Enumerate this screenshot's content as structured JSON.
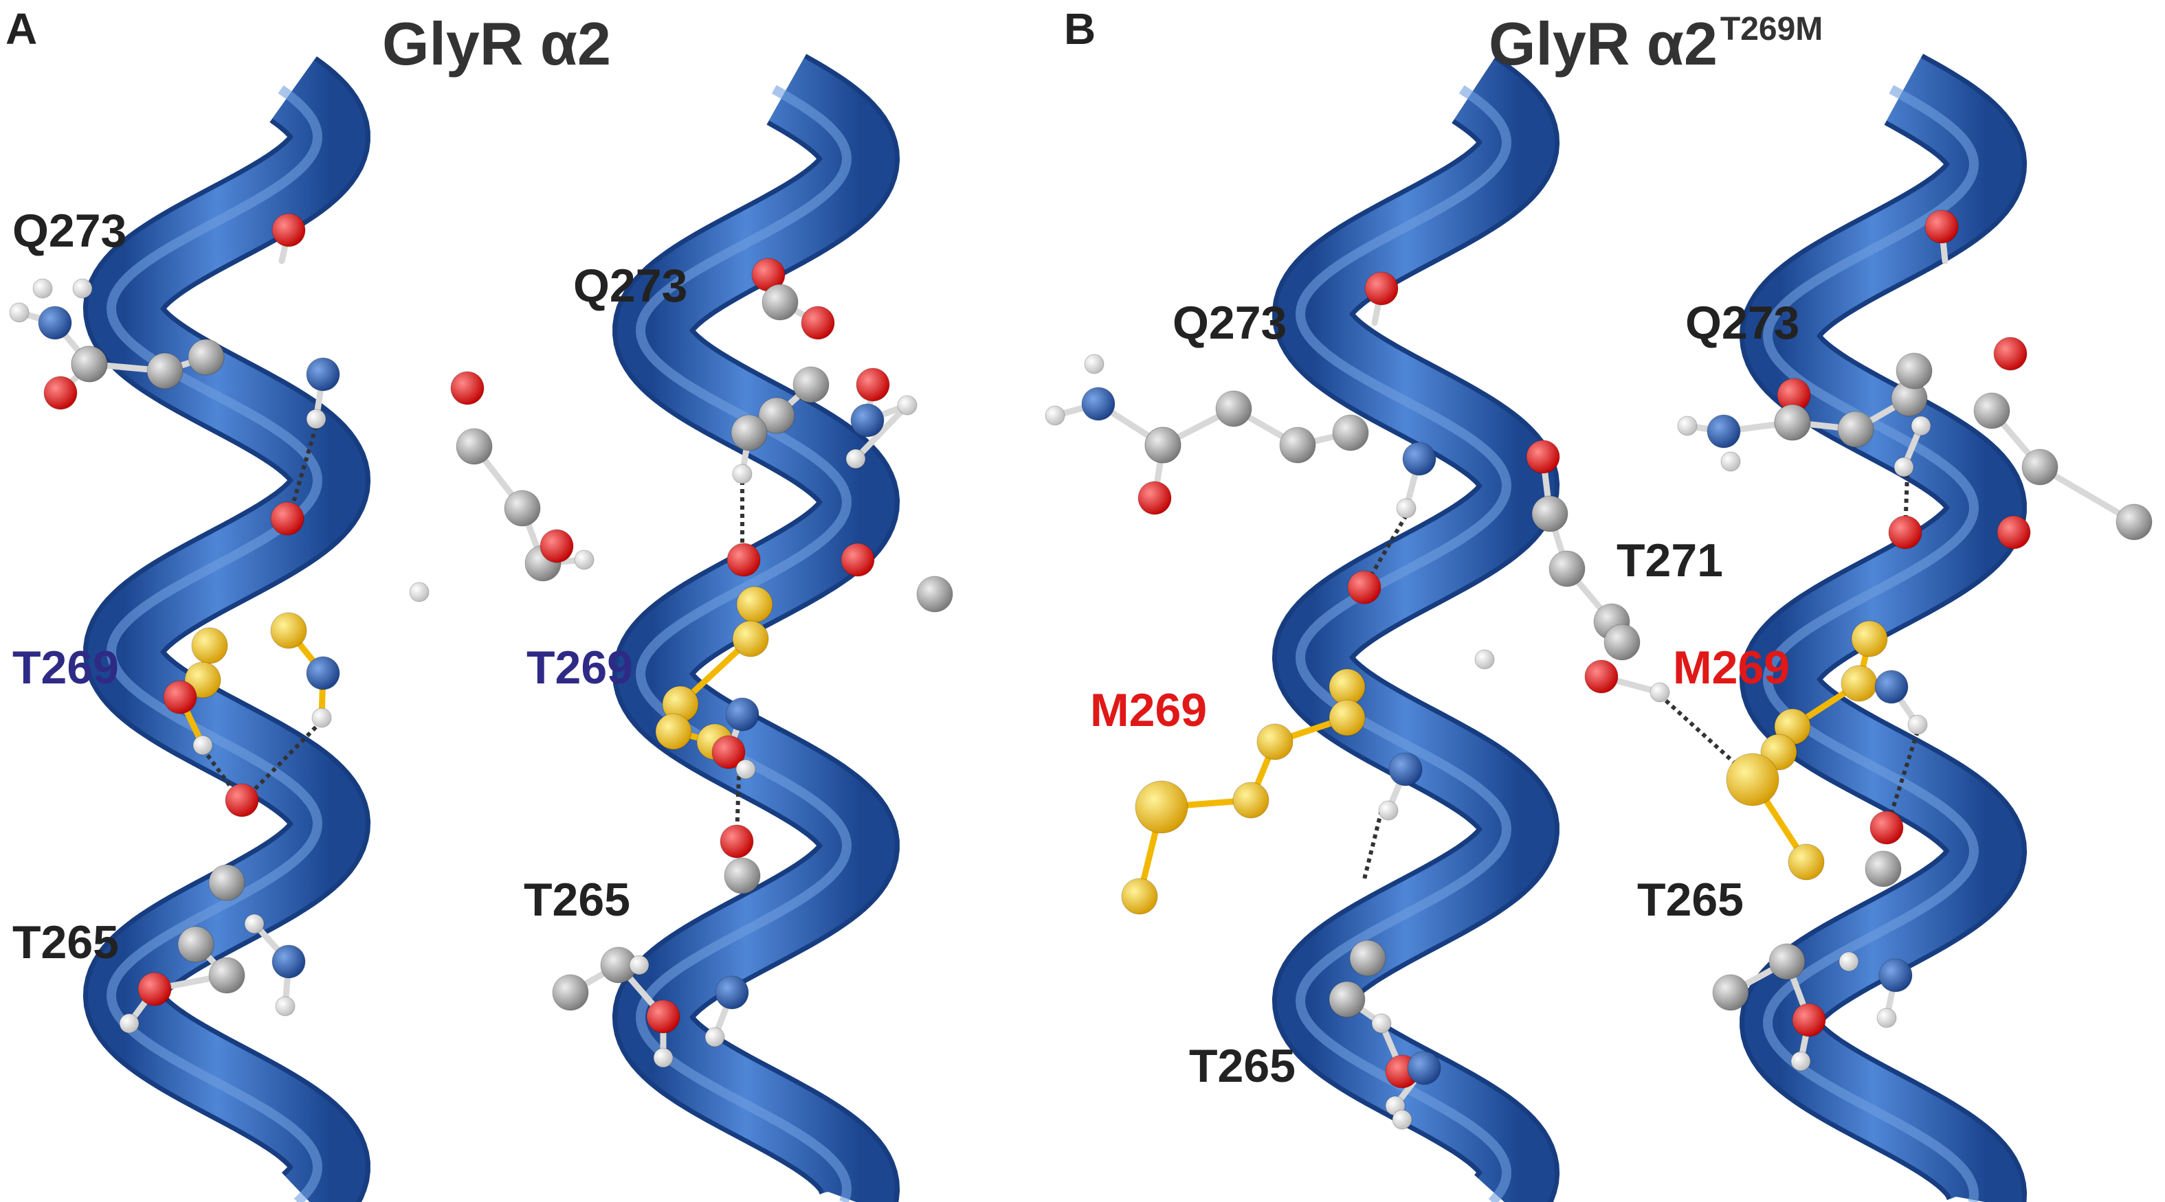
{
  "panels": [
    {
      "letter": "A",
      "title": "GlyR α2",
      "title_sup": "",
      "labels": {
        "q273_left": "Q273",
        "q273_right": "Q273",
        "t269_left": "T269",
        "t269_right": "T269",
        "t265_left": "T265",
        "t265_right": "T265"
      }
    },
    {
      "letter": "B",
      "title": "GlyR α2",
      "title_sup": "T269M",
      "labels": {
        "q273_left": "Q273",
        "q273_right": "Q273",
        "t271": "T271",
        "m269_left": "M269",
        "m269_right": "M269",
        "t265_left": "T265",
        "t265_right": "T265"
      }
    }
  ],
  "colors": {
    "helix": "#3a6fbf",
    "helix_dark": "#1f4f99",
    "carbon": "#9a9a9a",
    "oxygen": "#e01010",
    "nitrogen": "#2c5ba8",
    "hydrogen": "#f2f2f2",
    "sulfur_chain": "#f2b800",
    "label_black": "#222222",
    "label_blue": "#2e2a85",
    "label_red": "#e01818"
  }
}
